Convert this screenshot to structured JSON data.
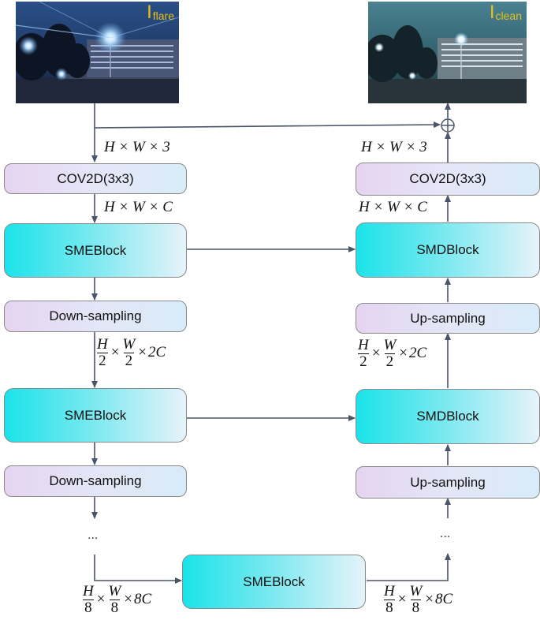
{
  "inputs": {
    "flare_label_main": "I",
    "flare_label_sub": "flare",
    "clean_label_main": "I",
    "clean_label_sub": "clean"
  },
  "encoder": {
    "conv": "COV2D(3x3)",
    "block1": "SMEBlock",
    "down1": "Down-sampling",
    "block2": "SMEBlock",
    "down2": "Down-sampling",
    "ellipsis": "...",
    "bottleneck": "SMEBlock"
  },
  "decoder": {
    "conv": "COV2D(3x3)",
    "block1": "SMDBlock",
    "up1": "Up-sampling",
    "block2": "SMDBlock",
    "up2": "Up-sampling",
    "ellipsis": "..."
  },
  "dims": {
    "hw3": "H × W × 3",
    "hwc": "H × W × C",
    "h2": "H",
    "w2": "W",
    "two": "2",
    "c2": "2C",
    "h8": "H",
    "w8": "W",
    "eight": "8",
    "c8": "8C",
    "times": "×"
  },
  "colors": {
    "arrow": "#4a5568",
    "block_cyan": "#1be3ea",
    "conv_lavender": "#e6d4f1",
    "label_gold": "#e8c21a"
  }
}
